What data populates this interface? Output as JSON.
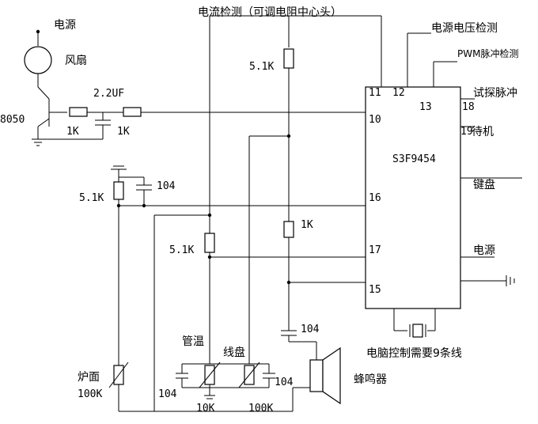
{
  "labels": {
    "power_top": "电源",
    "fan": "风扇",
    "current_detect": "电流检测（可调电阻中心头）",
    "voltage_detect": "电源电压检测",
    "pwm_detect": "PWM脉冲检测",
    "probe_pulse": "试探脉冲",
    "standby": "待机",
    "keyboard": "键盘",
    "power_right": "电源",
    "pipe_temp": "管温",
    "coil": "线盘",
    "stove_face": "炉面",
    "buzzer": "蜂鸣器",
    "pc_control": "电脑控制需要9条线",
    "chip": "S3F9454",
    "transistor": "8050"
  },
  "components": {
    "cap_22uf": "2.2UF",
    "r_1k_a": "1K",
    "r_1k_b": "1K",
    "r_51k_top": "5.1K",
    "r_51k_left": "5.1K",
    "cap_104_left": "104",
    "r_1k_mid": "1K",
    "r_51k_mid": "5.1K",
    "cap_104_right": "104",
    "cap_104_bottom_left": "104",
    "cap_104_buzzer": "104",
    "ntc_100k": "100K",
    "ntc_10k": "10K",
    "ntc_100k_b": "100K"
  },
  "pins": {
    "p11": "11",
    "p12": "12",
    "p13": "13",
    "p18": "18",
    "p10": "10",
    "p19": "19",
    "p16": "16",
    "p17": "17",
    "p15": "15"
  }
}
